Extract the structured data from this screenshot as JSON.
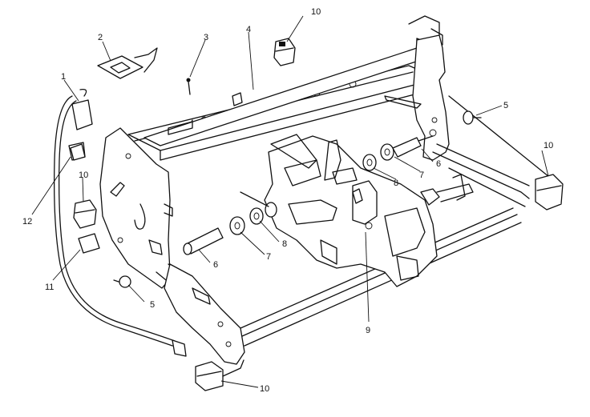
{
  "diagram": {
    "callouts": [
      {
        "id": "c1",
        "text": "1"
      },
      {
        "id": "c2",
        "text": "2"
      },
      {
        "id": "c3",
        "text": "3"
      },
      {
        "id": "c4",
        "text": "4"
      },
      {
        "id": "c5a",
        "text": "5"
      },
      {
        "id": "c5b",
        "text": "5"
      },
      {
        "id": "c6a",
        "text": "6"
      },
      {
        "id": "c6b",
        "text": "6"
      },
      {
        "id": "c7a",
        "text": "7"
      },
      {
        "id": "c7b",
        "text": "7"
      },
      {
        "id": "c8a",
        "text": "8"
      },
      {
        "id": "c8b",
        "text": "8"
      },
      {
        "id": "c9",
        "text": "9"
      },
      {
        "id": "c10a",
        "text": "10"
      },
      {
        "id": "c10b",
        "text": "10"
      },
      {
        "id": "c10c",
        "text": "10"
      },
      {
        "id": "c10d",
        "text": "10"
      },
      {
        "id": "c11",
        "text": "11"
      },
      {
        "id": "c12",
        "text": "12"
      }
    ]
  }
}
